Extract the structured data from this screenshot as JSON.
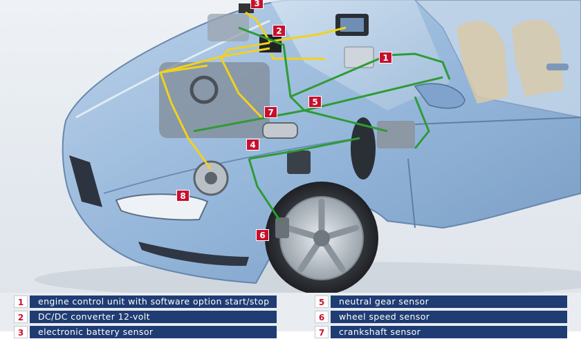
{
  "diagram": {
    "callouts": [
      "1",
      "2",
      "3",
      "4",
      "5",
      "6",
      "7",
      "8"
    ],
    "colors": {
      "callout_bg": "#c8102e",
      "legend_bar": "#1f3c73",
      "yellow_wire": "#f2d21b",
      "green_wire": "#2e9b35",
      "car_body": "#8fb3d9"
    }
  },
  "legend": [
    {
      "num": "1",
      "text": "engine control unit with software option start/stop"
    },
    {
      "num": "2",
      "text": "DC/DC converter 12-volt"
    },
    {
      "num": "3",
      "text": "electronic battery sensor"
    },
    {
      "num": "5",
      "text": "neutral gear sensor"
    },
    {
      "num": "6",
      "text": "wheel speed sensor"
    },
    {
      "num": "7",
      "text": "crankshaft sensor"
    }
  ]
}
